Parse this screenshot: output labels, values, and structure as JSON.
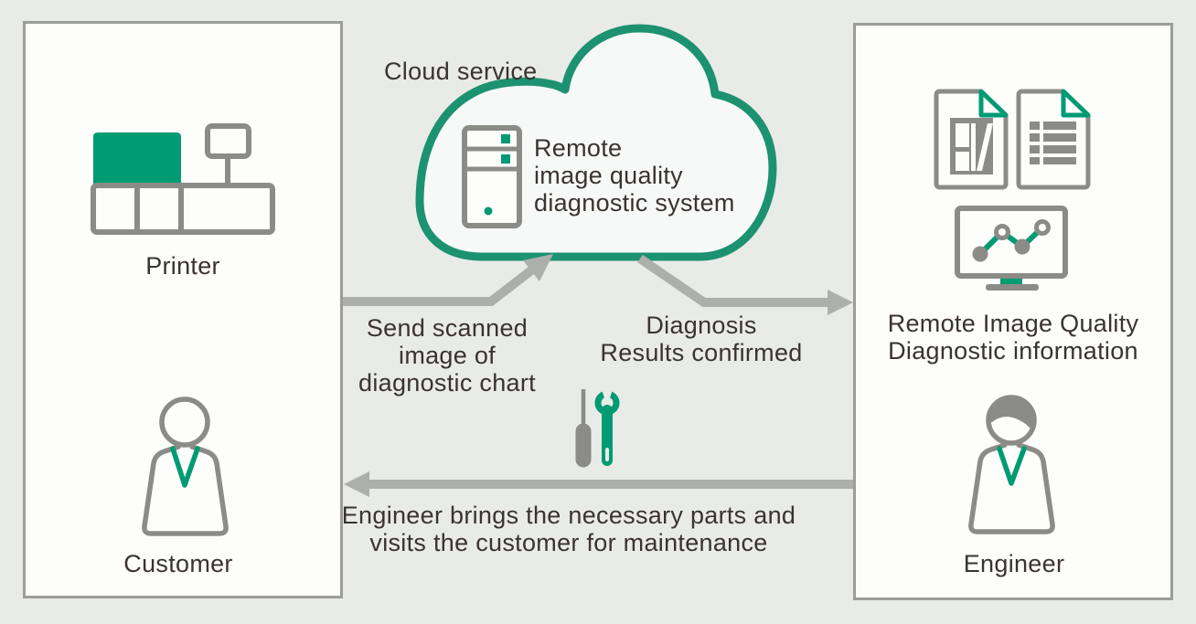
{
  "colors": {
    "green": "#009b72",
    "cloud_stroke": "#1d9270",
    "icon_gray": "#8b8b88",
    "arrow_gray": "#adafac",
    "text": "#3a3330",
    "panel_border": "#9c9c99",
    "panel_bg": "#fdfdfc",
    "page_bg": "#e9ebe9",
    "cloud_bg": "#f7f9f8"
  },
  "cloud": {
    "label": "Cloud service",
    "system": {
      "line1": "Remote",
      "line2": "image quality",
      "line3": "diagnostic system"
    }
  },
  "left_panel": {
    "printer": "Printer",
    "customer": "Customer"
  },
  "right_panel": {
    "info_line1": "Remote Image Quality",
    "info_line2": "Diagnostic information",
    "engineer": "Engineer"
  },
  "flows": {
    "send": {
      "line1": "Send scanned",
      "line2": "image of",
      "line3": "diagnostic chart"
    },
    "diagnosis": {
      "line1": "Diagnosis",
      "line2": "Results confirmed"
    },
    "maintenance": {
      "line1": "Engineer brings the necessary parts and",
      "line2": "visits the customer for maintenance"
    }
  },
  "icons": {
    "printer": "printer-icon",
    "customer": "person-icon",
    "cloud": "cloud-icon",
    "server": "server-icon",
    "document_chart": "document-chart-icon",
    "document_list": "document-list-icon",
    "monitor": "monitor-line-chart-icon",
    "tools": "screwdriver-wrench-icon",
    "engineer": "person-with-hair-icon",
    "arrows": "flow-arrow-icon"
  }
}
